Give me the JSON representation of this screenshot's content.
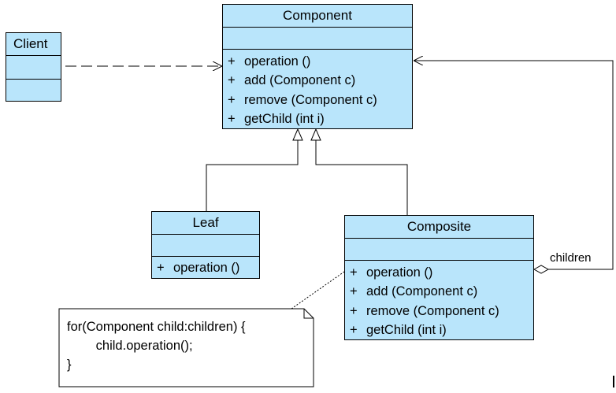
{
  "classes": {
    "component": {
      "name": "Component",
      "operations": [
        {
          "vis": "+",
          "text": "operation ()"
        },
        {
          "vis": "+",
          "text": "add (Component c)"
        },
        {
          "vis": "+",
          "text": "remove (Component c)"
        },
        {
          "vis": "+",
          "text": "getChild (int i)"
        }
      ]
    },
    "client": {
      "name": "Client"
    },
    "leaf": {
      "name": "Leaf",
      "operations": [
        {
          "vis": "+",
          "text": "operation ()"
        }
      ]
    },
    "composite": {
      "name": "Composite",
      "operations": [
        {
          "vis": "+",
          "text": "operation ()"
        },
        {
          "vis": "+",
          "text": "add (Component c)"
        },
        {
          "vis": "+",
          "text": "remove (Component c)"
        },
        {
          "vis": "+",
          "text": "getChild (int i)"
        }
      ]
    }
  },
  "note": {
    "lines": [
      "for(Component child:children) {",
      "        child.operation();",
      "}"
    ]
  },
  "relations": {
    "aggregation_role": "children"
  },
  "colors": {
    "class_fill": "#b9e5fb",
    "line": "#000000"
  }
}
